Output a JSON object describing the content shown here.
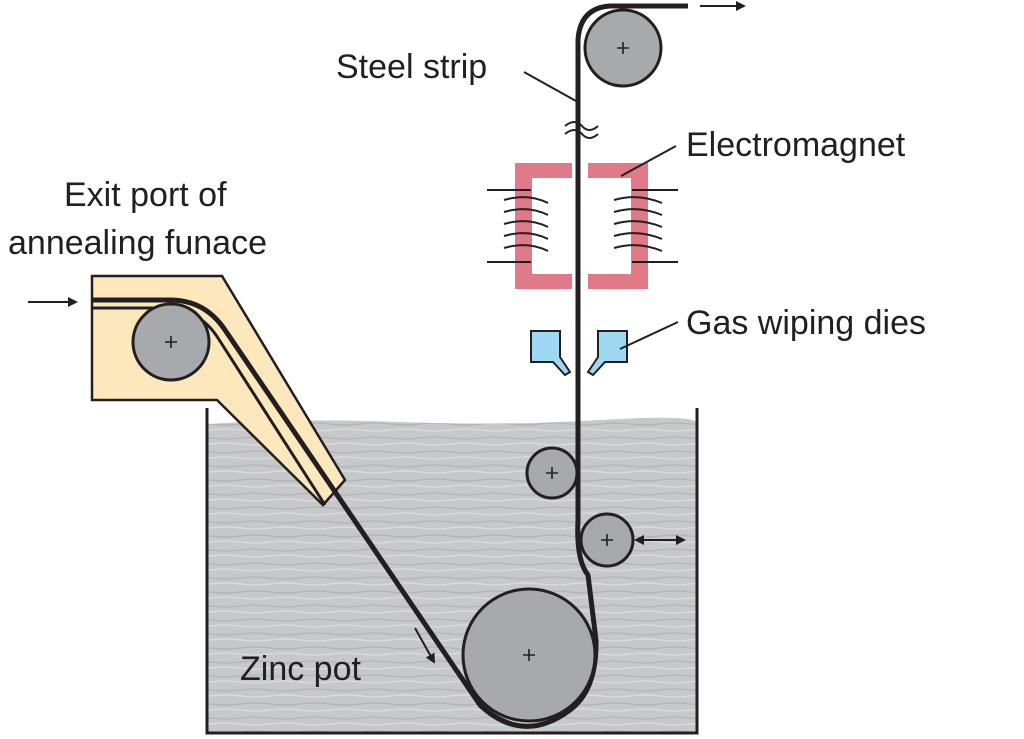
{
  "labels": {
    "steel_strip": "Steel strip",
    "electromagnet": "Electromagnet",
    "exit_port_line1": "Exit port of",
    "exit_port_line2": "annealing funace",
    "gas_wiping_dies": "Gas wiping dies",
    "zinc_pot": "Zinc pot"
  },
  "colors": {
    "line": "#231f20",
    "roller_fill": "#a7a9ac",
    "furnace_fill": "#fde8bd",
    "magnet_fill": "#e07a86",
    "die_fill": "#9fd8f2",
    "zinc_fill": "#c7c8ca"
  },
  "icons": {
    "roller": "plus-in-circle",
    "direction": "arrow"
  }
}
